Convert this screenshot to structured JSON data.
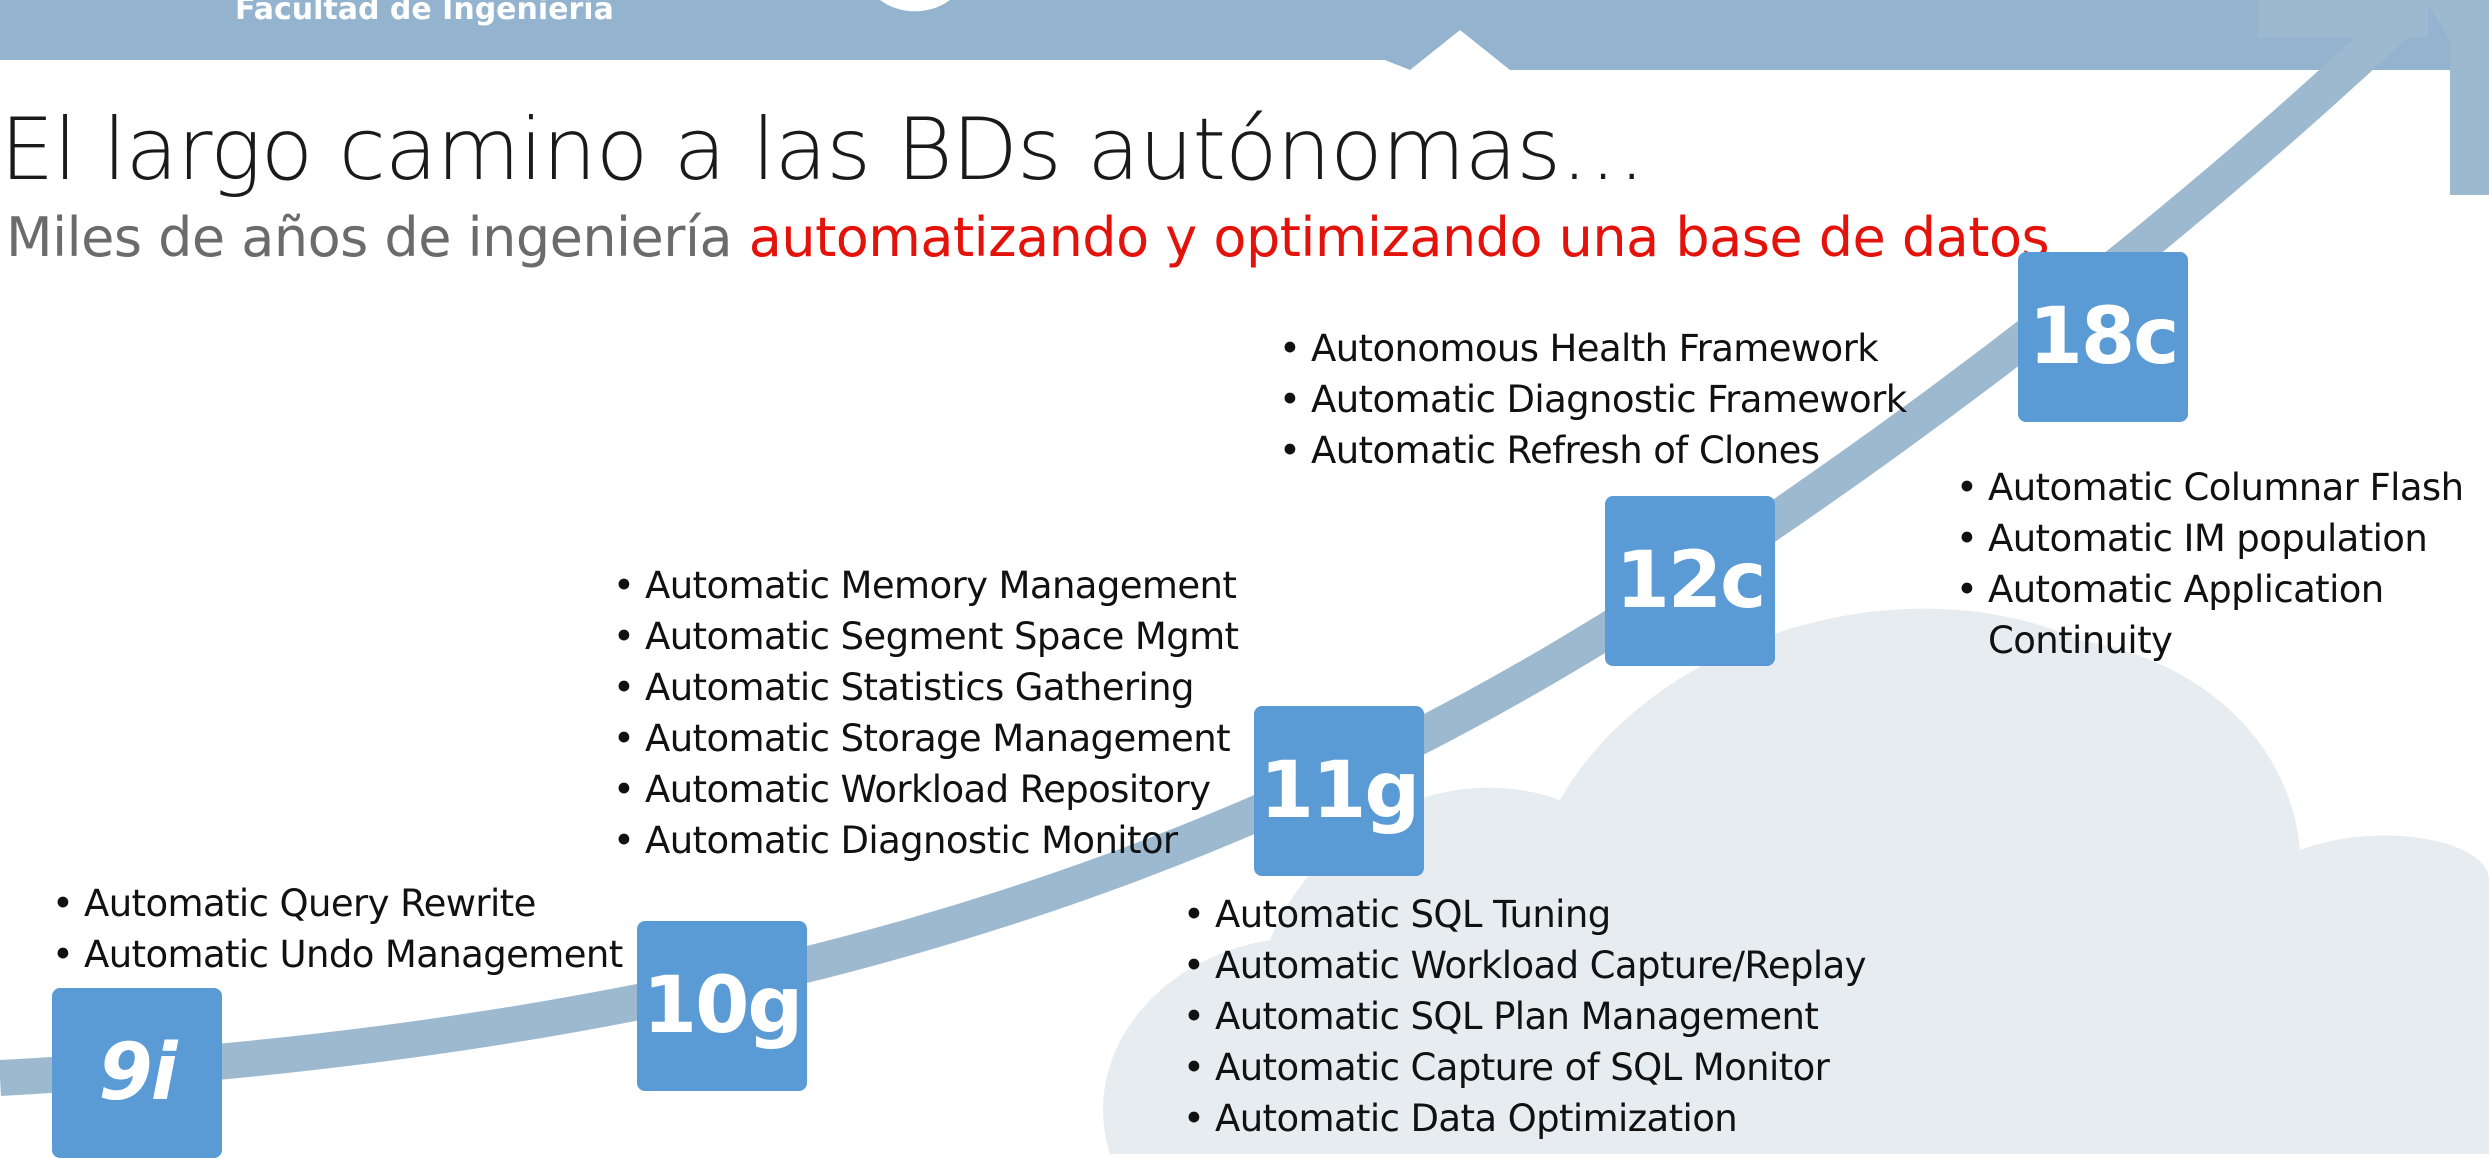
{
  "header": {
    "institution": "Facultad de Ingeniería"
  },
  "slide": {
    "title": "El largo camino a las BDs autónomas…",
    "subtitle_plain": "Miles de años de ingeniería ",
    "subtitle_highlight": "automatizando y optimizando una base de datos",
    "accent_color": "#e3120b",
    "box_color": "#5b9bd5"
  },
  "milestones": [
    {
      "version": "9i",
      "features": [
        "Automatic Query Rewrite",
        "Automatic Undo Management"
      ]
    },
    {
      "version": "10g",
      "features": [
        "Automatic Memory Management",
        "Automatic Segment Space Mgmt",
        "Automatic Statistics Gathering",
        "Automatic Storage Management",
        "Automatic Workload Repository",
        "Automatic Diagnostic Monitor"
      ]
    },
    {
      "version": "11g",
      "features": [
        "Automatic SQL Tuning",
        "Automatic Workload Capture/Replay",
        "Automatic SQL Plan Management",
        "Automatic Capture of SQL Monitor",
        "Automatic Data Optimization"
      ]
    },
    {
      "version": "12c",
      "features": [
        "Autonomous Health Framework",
        "Automatic Diagnostic Framework",
        "Automatic Refresh of Clones"
      ]
    },
    {
      "version": "18c",
      "features": [
        "Automatic Columnar Flash",
        "Automatic IM population",
        "Automatic Application Continuity"
      ]
    }
  ]
}
